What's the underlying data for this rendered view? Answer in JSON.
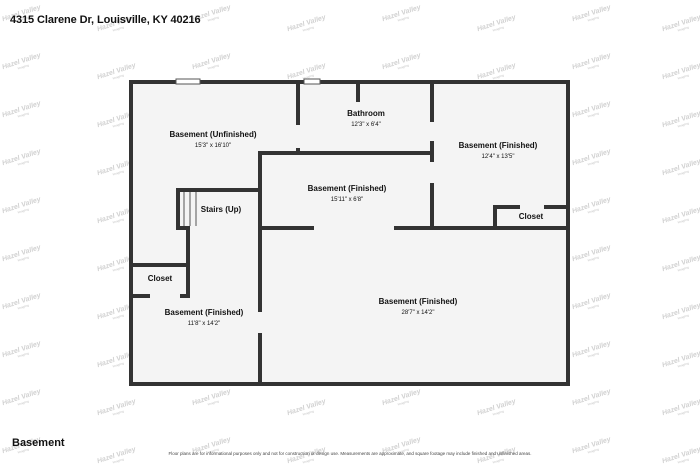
{
  "header": {
    "address": "4315 Clarene Dr, Louisville, KY 40216"
  },
  "floor": {
    "name": "Basement"
  },
  "footer": {
    "disclaimer": "Floor plans are for informational purposes only and not for construction or design use. Measurements are approximate, and square footage may include finished and unfinished areas."
  },
  "watermark": {
    "text": "Hazel Valley",
    "sub": "Imaging"
  },
  "rooms": [
    {
      "id": "unfinished",
      "name": "Basement (Unfinished)",
      "dims": "15'3\" x 16'10\""
    },
    {
      "id": "bathroom",
      "name": "Bathroom",
      "dims": "12'3\" x 6'4\""
    },
    {
      "id": "finished-right",
      "name": "Basement (Finished)",
      "dims": "12'4\" x 13'5\""
    },
    {
      "id": "finished-center",
      "name": "Basement (Finished)",
      "dims": "15'11\" x 6'8\""
    },
    {
      "id": "stairs",
      "name": "Stairs (Up)",
      "dims": ""
    },
    {
      "id": "closet-right",
      "name": "Closet",
      "dims": ""
    },
    {
      "id": "closet-left",
      "name": "Closet",
      "dims": ""
    },
    {
      "id": "finished-left",
      "name": "Basement (Finished)",
      "dims": "11'8\" x 14'2\""
    },
    {
      "id": "finished-main",
      "name": "Basement (Finished)",
      "dims": "28'7\" x 14'2\""
    }
  ]
}
